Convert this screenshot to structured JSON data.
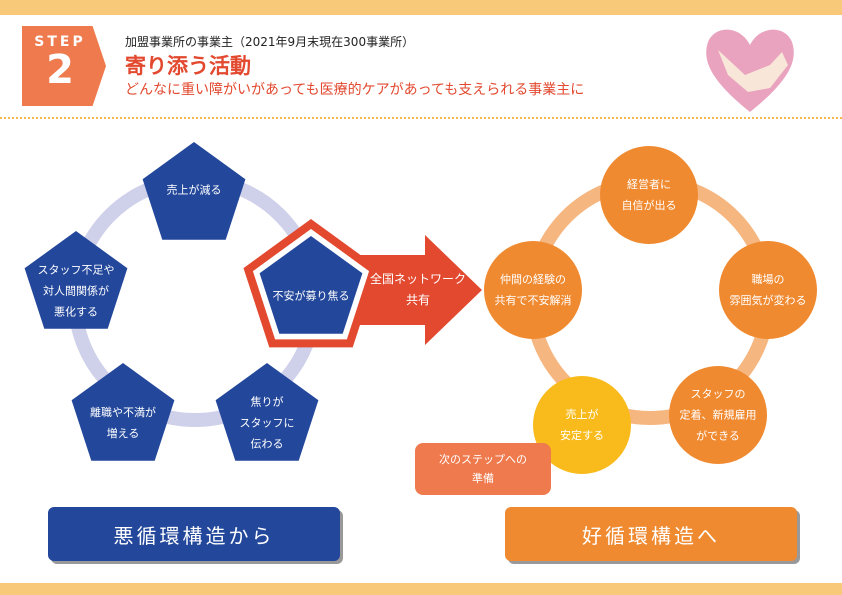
{
  "header": {
    "step_word": "STEP",
    "step_number": "2",
    "subtitle": "加盟事業所の事業主（2021年9月末現在300事業所）",
    "title": "寄り添う活動",
    "tagline": "どんなに重い障がいがあっても医療的ケアがあっても支えられる事業主に",
    "icon": "heart-handshake-icon"
  },
  "vicious": {
    "nodes": [
      "売上が減る",
      "不安が募り焦る",
      "焦りが\nスタッフに\n伝わる",
      "離職や不満が\n増える",
      "スタッフ不足や\n対人間関係が\n悪化する"
    ],
    "button": "悪循環構造から"
  },
  "arrow_label": "全国ネットワーク\n共有",
  "virtuous": {
    "nodes": [
      "経営者に\n自信が出る",
      "職場の\n雰囲気が変わる",
      "スタッフの\n定着、新規雇用\nができる",
      "売上が\n安定する",
      "仲間の経験の\n共有で不安解消"
    ],
    "button": "好循環構造へ",
    "bubble": "次のステップへの\n準備"
  },
  "colors": {
    "navy": "#23479b",
    "orange": "#f08a30",
    "yellow": "#f8bb1b",
    "red": "#e2492f",
    "band": "#f9c97a"
  }
}
